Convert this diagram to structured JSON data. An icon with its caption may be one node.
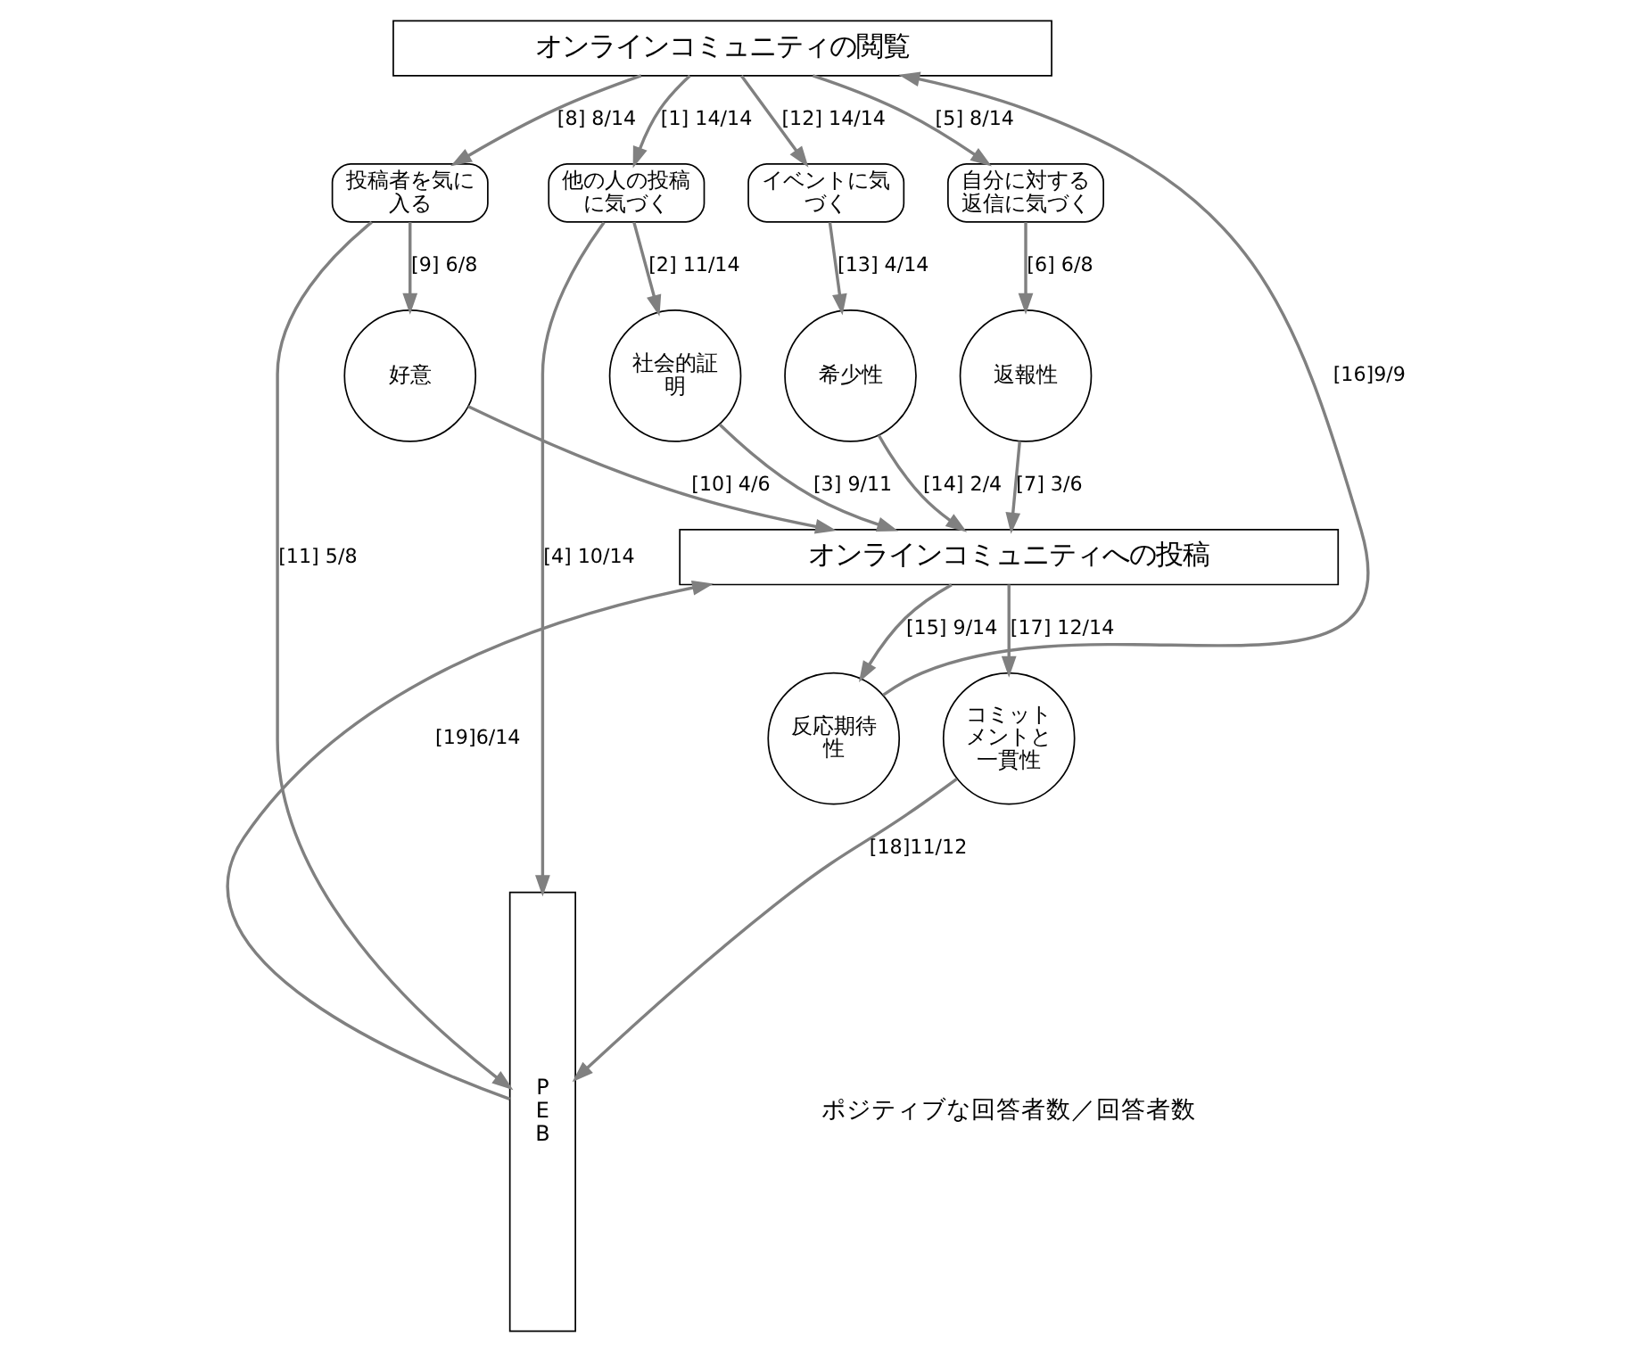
{
  "diagram": {
    "nodes": [
      {
        "text": [
          "オンラインコミュニティの閲覧"
        ]
      },
      {
        "text": [
          "イベントに気づく"
        ]
      },
      {
        "text": [
          "投稿者を気に入る"
        ]
      },
      {
        "text": [
          "自分に対する返信に気づく"
        ]
      },
      {
        "text": [
          "他の人の投稿に気づく"
        ]
      },
      {
        "text": [
          "希少性"
        ]
      },
      {
        "text": [
          "好意"
        ]
      },
      {
        "text": [
          "返報性"
        ]
      },
      {
        "text": [
          "社会的証明"
        ]
      },
      {
        "text": [
          "P E B"
        ]
      },
      {
        "text": [
          "オンラインコミュニティへの投稿"
        ]
      },
      {
        "text": [
          "反応期待性"
        ]
      },
      {
        "text": [
          "コミットメントと一貫性"
        ]
      }
    ],
    "edges": [
      {
        "from": 0,
        "to": 1,
        "arrow": "to",
        "label": "[12] 14/14"
      },
      {
        "from": 0,
        "to": 2,
        "arrow": "to",
        "label": "[8] 8/14"
      },
      {
        "from": 0,
        "to": 3,
        "arrow": "to",
        "label": "[5] 8/14"
      },
      {
        "from": 0,
        "to": 4,
        "arrow": "to",
        "label": "[1] 14/14"
      },
      {
        "from": 1,
        "to": 5,
        "arrow": "to",
        "label": "[13] 4/14"
      },
      {
        "from": 2,
        "to": 6,
        "arrow": "to",
        "label": "[9] 6/8"
      },
      {
        "from": 3,
        "to": 7,
        "arrow": "to",
        "label": "[6] 6/8"
      },
      {
        "from": 4,
        "to": 8,
        "arrow": "to",
        "label": "[2] 11/14"
      },
      {
        "from": 4,
        "to": 9,
        "arrow": "to",
        "label": "[4] 10/14"
      },
      {
        "from": 2,
        "to": 9,
        "arrow": "to",
        "label": "[11] 5/8"
      },
      {
        "from": 5,
        "to": 10,
        "arrow": "to",
        "label": "[14] 2/4"
      },
      {
        "from": 6,
        "to": 10,
        "arrow": "to",
        "label": "[10] 4/6"
      },
      {
        "from": 7,
        "to": 10,
        "arrow": "to",
        "label": "[7] 3/6"
      },
      {
        "from": 8,
        "to": 10,
        "arrow": "to",
        "label": "[3] 9/11"
      },
      {
        "from": 9,
        "to": 10,
        "arrow": "to",
        "label": "[19]6/14"
      },
      {
        "from": 10,
        "to": 11,
        "arrow": "to",
        "label": "[15] 9/14"
      },
      {
        "from": 10,
        "to": 12,
        "arrow": "to",
        "label": "[17] 12/14"
      },
      {
        "from": 11,
        "to": 0,
        "arrow": "to",
        "label": "[16]9/9"
      },
      {
        "from": 12,
        "to": 9,
        "arrow": "to",
        "label": "[18]11/12"
      }
    ],
    "labels": [
      "ポジティブな回答者数／回答者数"
    ]
  }
}
